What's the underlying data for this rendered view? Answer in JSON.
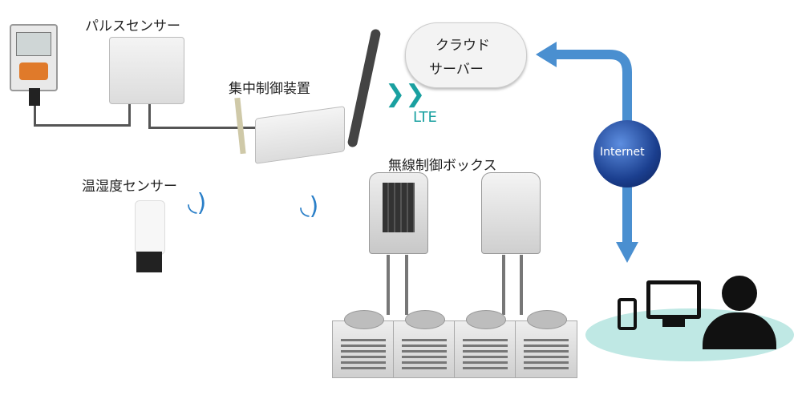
{
  "labels": {
    "pulse_sensor": "パルスセンサー",
    "controller": "集中制御装置",
    "lte": "LTE",
    "cloud_server_line1": "クラウド",
    "cloud_server_line2": "サーバー",
    "internet": "Internet",
    "temp_humidity_sensor": "温湿度センサー",
    "wireless_box": "無線制御ボックス"
  },
  "colors": {
    "arrow": "#4a8fd0",
    "lte": "#1aa0a0",
    "platform": "#bfe8e4",
    "globe": "#1b3f8f"
  }
}
